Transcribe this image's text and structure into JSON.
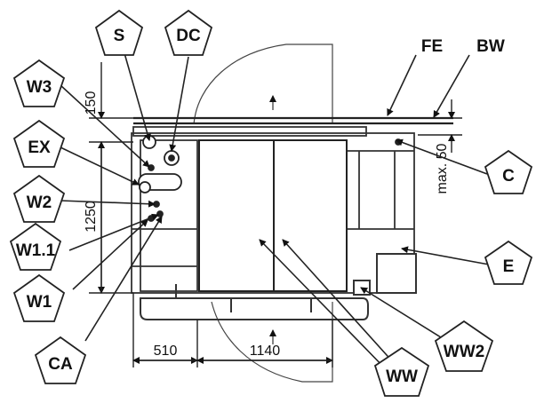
{
  "diagram": {
    "callouts": {
      "S": "S",
      "DC": "DC",
      "W3": "W3",
      "EX": "EX",
      "W2": "W2",
      "W1_1": "W1.1",
      "W1": "W1",
      "CA": "CA",
      "FE": "FE",
      "BW": "BW",
      "C": "C",
      "E": "E",
      "WW2": "WW2",
      "WW": "WW"
    },
    "dimensions": {
      "top_offset": "150",
      "depth": "1250",
      "width_left": "510",
      "width_right": "1140",
      "max_right": "max. 50"
    }
  }
}
